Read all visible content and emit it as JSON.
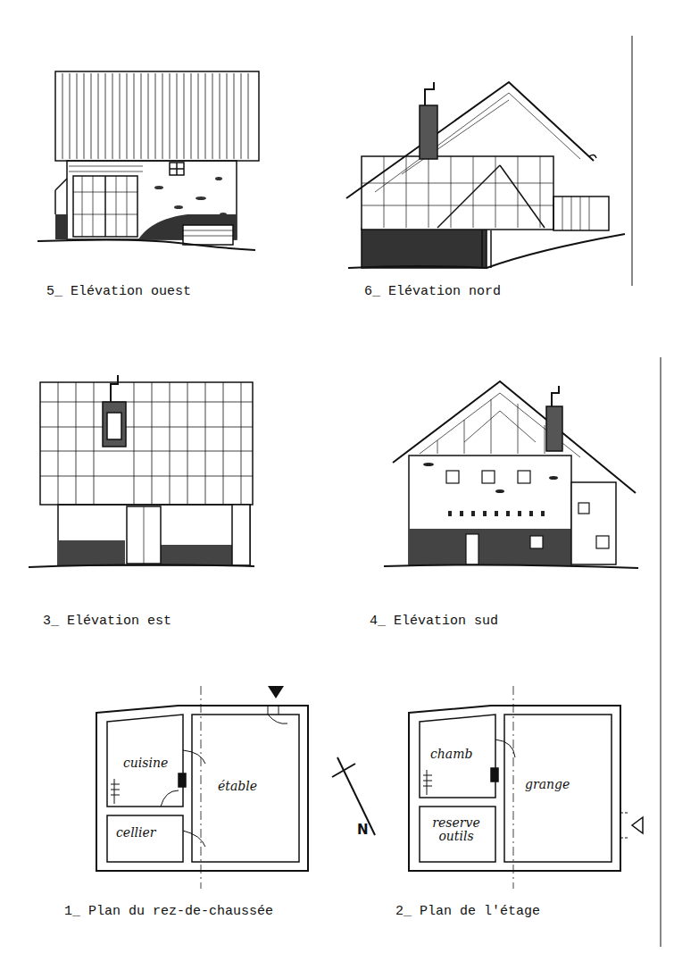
{
  "diagram": {
    "labels": [
      "5_ Elévation ouest",
      "6_ Elévation nord",
      "3_ Elévation est",
      "4_ Elévation sud",
      "1_ Plan du rez-de-chaussée",
      "2_ Plan de l'étage",
      "cuisine",
      "étable",
      "cellier",
      "chamb",
      "grange",
      "reserve outils",
      "N"
    ]
  }
}
